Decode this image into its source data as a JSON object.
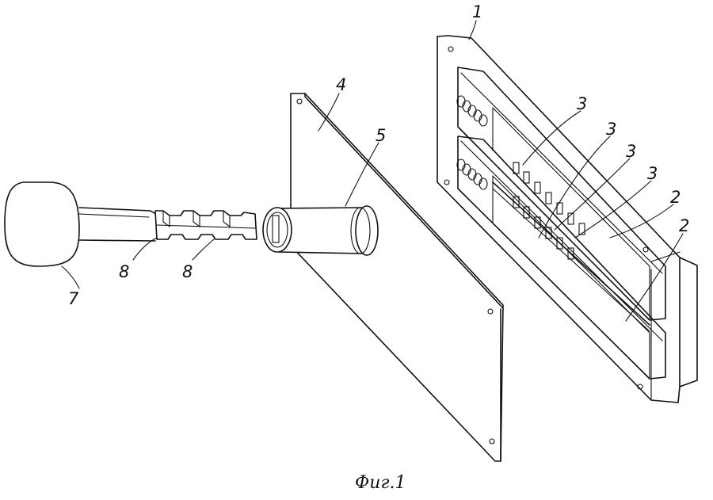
{
  "figure": {
    "caption": "Фиг.1",
    "labels": {
      "panel": "1",
      "window_a": "2",
      "window_b": "2",
      "pin_a": "3",
      "pin_b": "3",
      "pin_c": "3",
      "pin_d": "3",
      "plate": "4",
      "sleeve": "5",
      "handle": "7",
      "tooth_a": "8",
      "tooth_b": "8"
    }
  }
}
